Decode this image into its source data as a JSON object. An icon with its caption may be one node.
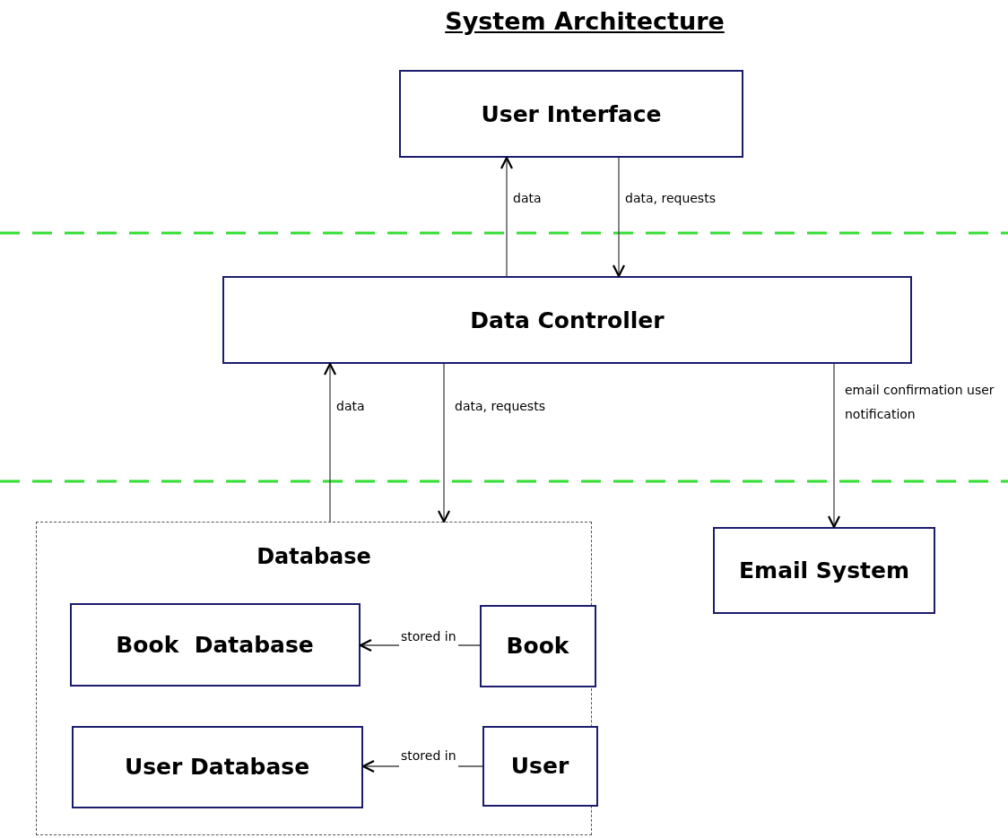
{
  "diagram": {
    "title": "System Architecture",
    "nodes": [
      {
        "text": [
          "User Interface"
        ]
      },
      {
        "text": [
          "Data Controller"
        ]
      },
      {
        "text": [
          "Database"
        ]
      },
      {
        "text": [
          "Book  Database"
        ],
        "in": 2
      },
      {
        "text": [
          "Book"
        ],
        "in": 2
      },
      {
        "text": [
          "User Database"
        ],
        "in": 2
      },
      {
        "text": [
          "User"
        ],
        "in": 2
      },
      {
        "text": [
          "Email System"
        ]
      }
    ],
    "edges": [
      {
        "from": 1,
        "to": 0,
        "arrow": "to",
        "label": "data"
      },
      {
        "from": 0,
        "to": 1,
        "arrow": "to",
        "label": "data, requests"
      },
      {
        "from": 2,
        "to": 1,
        "arrow": "to",
        "label": "data"
      },
      {
        "from": 1,
        "to": 2,
        "arrow": "to",
        "label": "data, requests"
      },
      {
        "from": 1,
        "to": 7,
        "arrow": "to",
        "label": "email confirmation user notification"
      },
      {
        "from": 4,
        "to": 3,
        "arrow": "to",
        "label": "stored in"
      },
      {
        "from": 6,
        "to": 5,
        "arrow": "to",
        "label": "stored in"
      }
    ]
  }
}
